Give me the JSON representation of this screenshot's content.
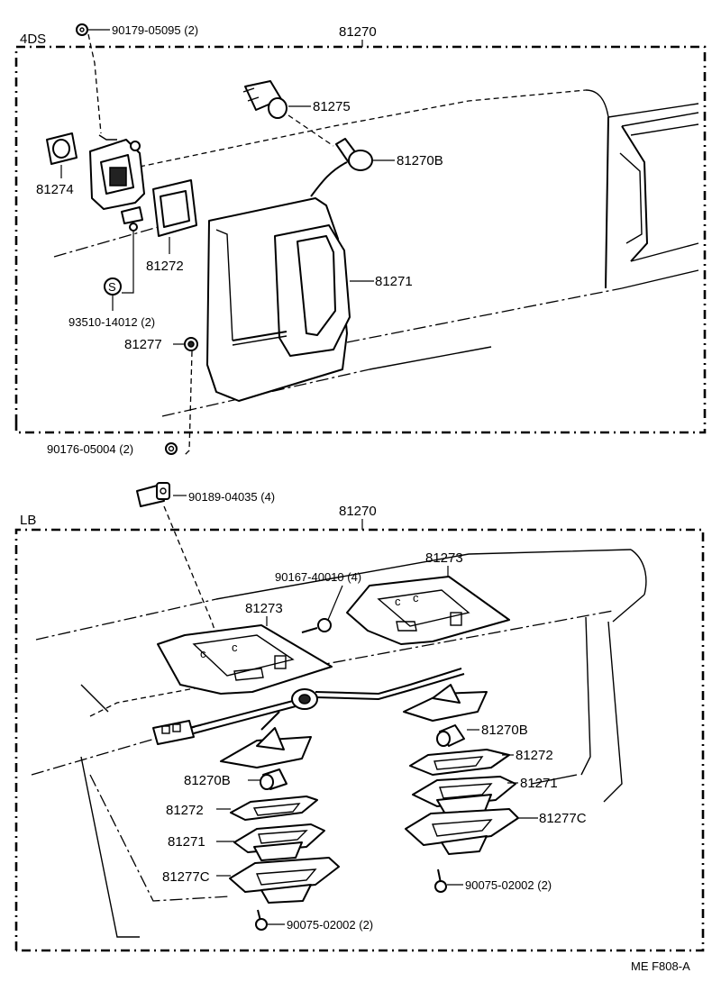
{
  "diagram": {
    "catalog_code": "ME F808-A",
    "sections": [
      {
        "variant": "4DS",
        "assembly": "81270",
        "callouts": [
          {
            "part": "90179-05095 (2)"
          },
          {
            "part": "81275"
          },
          {
            "part": "81270B"
          },
          {
            "part": "81274"
          },
          {
            "part": "81272"
          },
          {
            "part": "81271"
          },
          {
            "part": "93510-14012 (2)"
          },
          {
            "part": "81277"
          },
          {
            "part": "90176-05004 (2)"
          }
        ]
      },
      {
        "variant": "LB",
        "assembly": "81270",
        "callouts": [
          {
            "part": "90189-04035 (4)"
          },
          {
            "part": "81273"
          },
          {
            "part": "90167-40010 (4)"
          },
          {
            "part": "81273"
          },
          {
            "part": "81270B"
          },
          {
            "part": "81272"
          },
          {
            "part": "81271"
          },
          {
            "part": "81277C"
          },
          {
            "part": "81270B"
          },
          {
            "part": "81272"
          },
          {
            "part": "81271"
          },
          {
            "part": "81277C"
          },
          {
            "part": "90075-02002 (2)"
          },
          {
            "part": "90075-02002 (2)"
          }
        ]
      }
    ],
    "icons": {
      "screw_marker": "s-circle-icon"
    }
  }
}
